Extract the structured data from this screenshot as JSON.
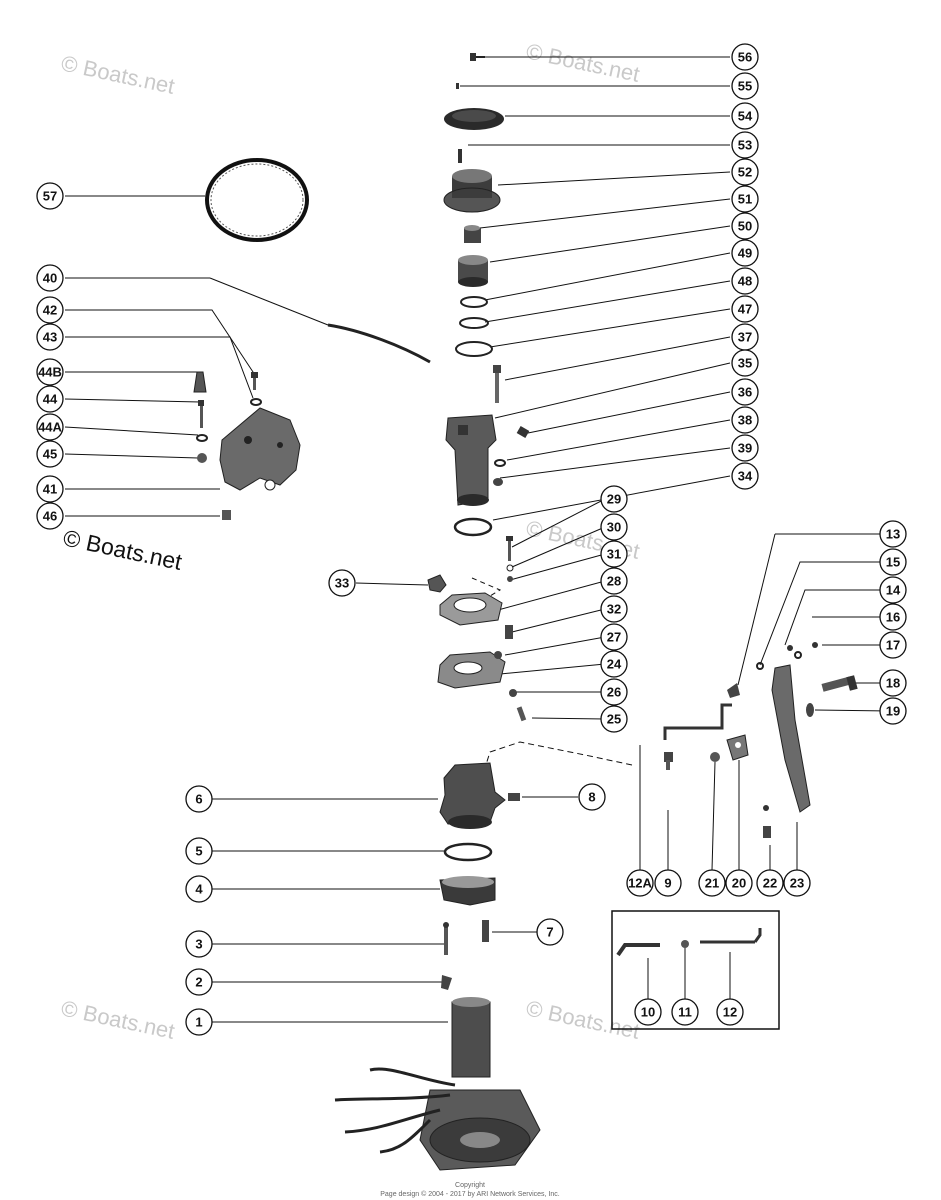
{
  "watermark": {
    "brand": "Boats.net",
    "brand_with_symbol": "© Boats.net"
  },
  "callouts": [
    "56",
    "55",
    "54",
    "53",
    "52",
    "51",
    "50",
    "49",
    "48",
    "47",
    "37",
    "35",
    "36",
    "38",
    "39",
    "34",
    "29",
    "30",
    "31",
    "28",
    "32",
    "27",
    "24",
    "26",
    "25",
    "33",
    "57",
    "40",
    "42",
    "43",
    "44B",
    "44",
    "44A",
    "45",
    "41",
    "46",
    "13",
    "15",
    "14",
    "16",
    "17",
    "18",
    "19",
    "6",
    "8",
    "5",
    "4",
    "7",
    "3",
    "2",
    "1",
    "12A",
    "9",
    "21",
    "20",
    "22",
    "23",
    "10",
    "11",
    "12"
  ],
  "footer": {
    "line1": "Copyright",
    "line2": "Page design © 2004 - 2017 by ARI Network Services, Inc."
  }
}
